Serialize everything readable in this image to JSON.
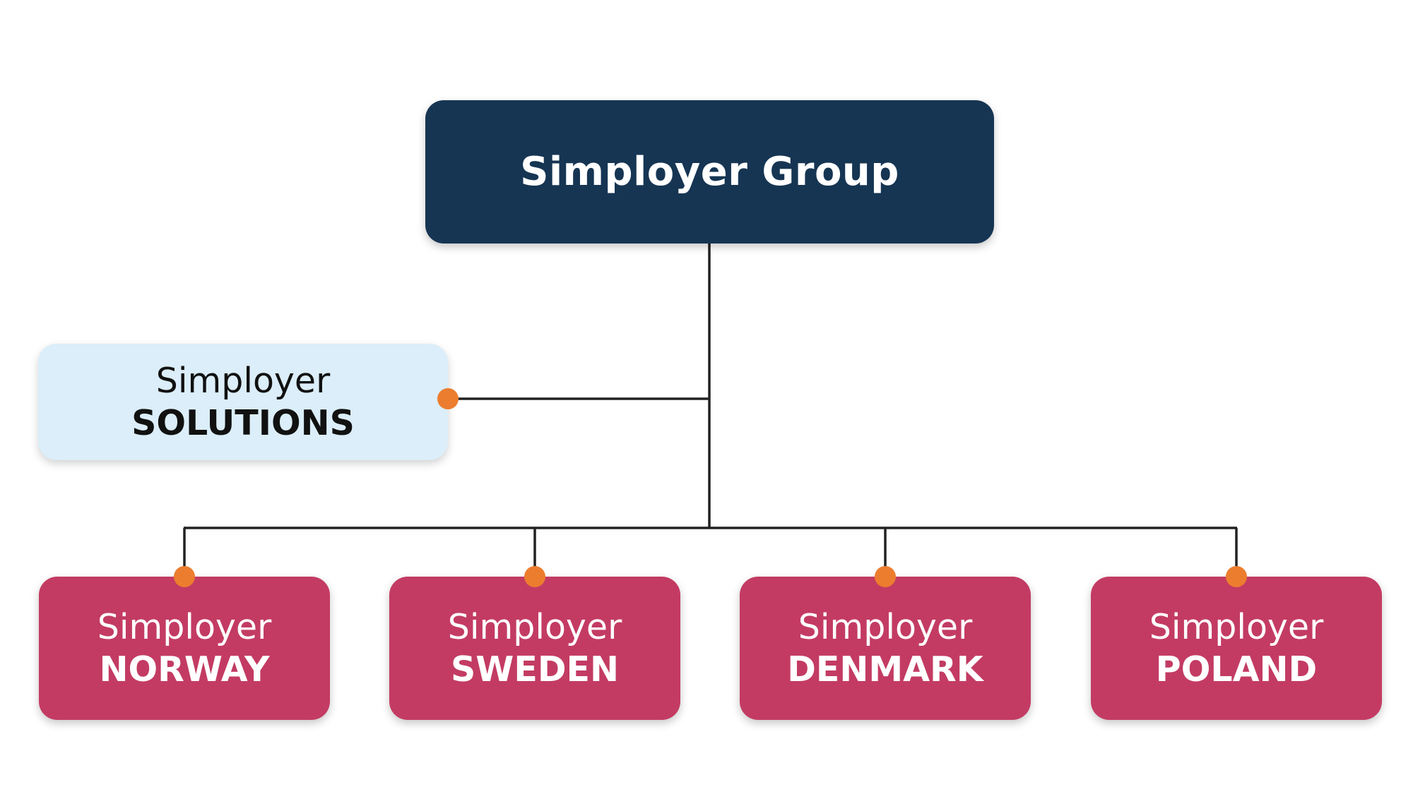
{
  "root": {
    "title": "Simployer Group",
    "color": "#163553"
  },
  "side": {
    "line1": "Simployer",
    "line2": "SOLUTIONS",
    "color": "#dbeef9"
  },
  "units": [
    {
      "line1": "Simployer",
      "line2": "NORWAY"
    },
    {
      "line1": "Simployer",
      "line2": "SWEDEN"
    },
    {
      "line1": "Simployer",
      "line2": "DENMARK"
    },
    {
      "line1": "Simployer",
      "line2": "POLAND"
    }
  ],
  "unit_color": "#c33b63",
  "connector_color": "#222222",
  "dot_color": "#ec7d2f"
}
